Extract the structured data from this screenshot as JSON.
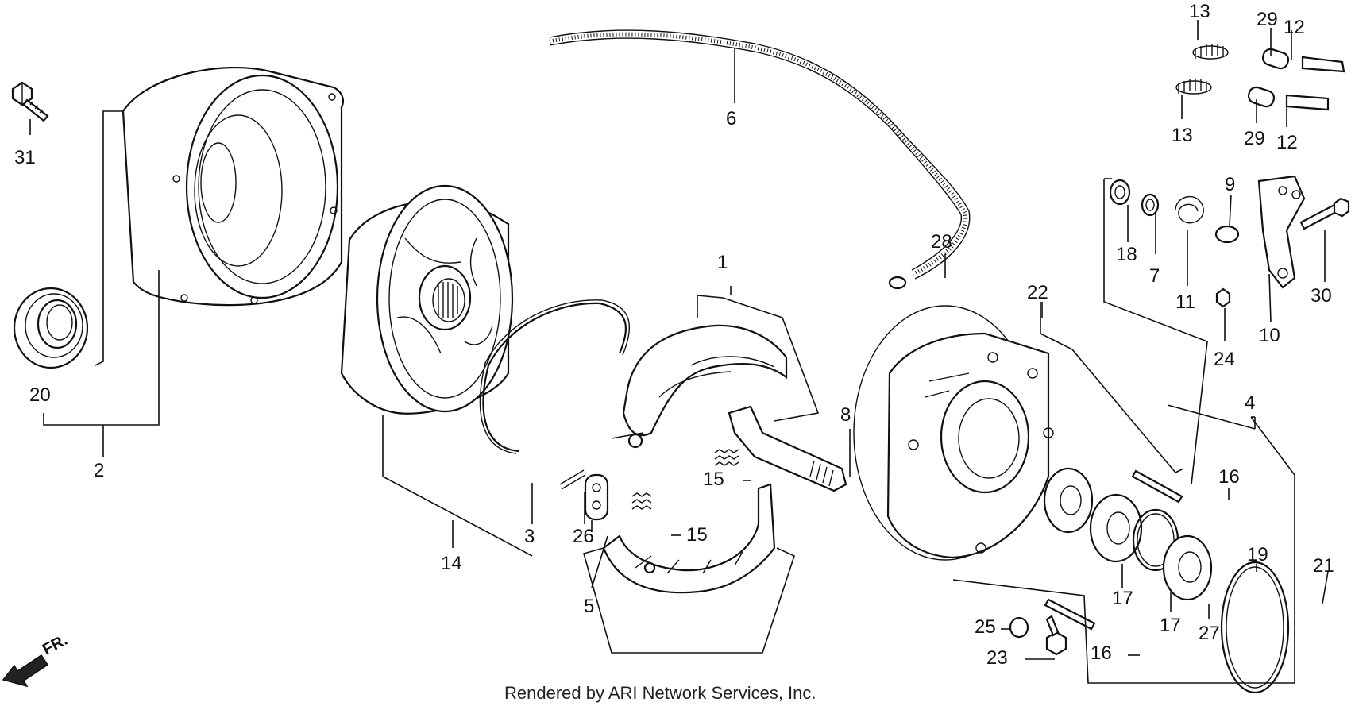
{
  "credit": "Rendered by ARI Network Services, Inc.",
  "direction_label": "FR.",
  "callouts": [
    "1",
    "2",
    "3",
    "4",
    "5",
    "6",
    "7",
    "8",
    "9",
    "10",
    "11",
    "12",
    "12",
    "13",
    "13",
    "14",
    "15",
    "15",
    "16",
    "16",
    "17",
    "17",
    "18",
    "19",
    "20",
    "21",
    "22",
    "23",
    "24",
    "25",
    "26",
    "27",
    "28",
    "29",
    "29",
    "30",
    "31"
  ]
}
